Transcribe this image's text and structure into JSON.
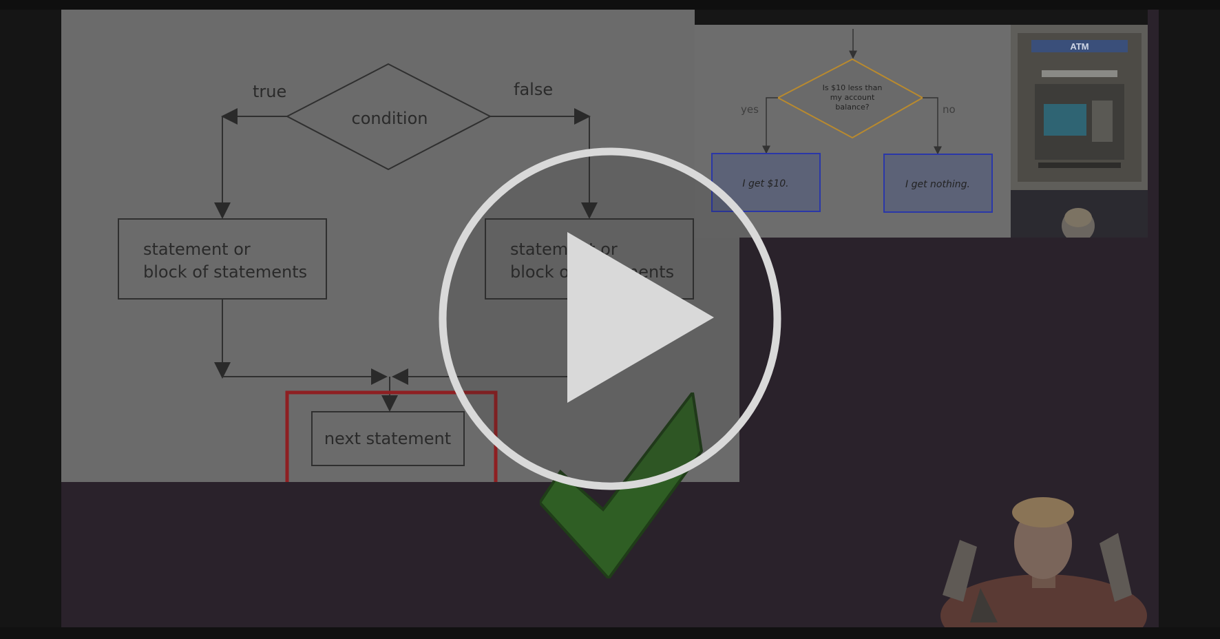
{
  "flowchart": {
    "condition": "condition",
    "true_label": "true",
    "false_label": "false",
    "left_box": [
      "statement or",
      "block of statements"
    ],
    "right_box": [
      "statement or",
      "block of statements"
    ],
    "next": "next statement"
  },
  "atm_chart": {
    "question": [
      "Is $10 less than",
      "my account",
      "balance?"
    ],
    "yes": "yes",
    "no": "no",
    "yes_result": "I get $10.",
    "no_result": "I get nothing.",
    "sign": "ATM"
  },
  "player": {
    "play_icon": "play-icon"
  },
  "colors": {
    "accent_red": "#8e1f22",
    "check_green": "#2f5e24",
    "box_blue": "#2a37a8",
    "diamond_orange": "#b98a2e"
  }
}
